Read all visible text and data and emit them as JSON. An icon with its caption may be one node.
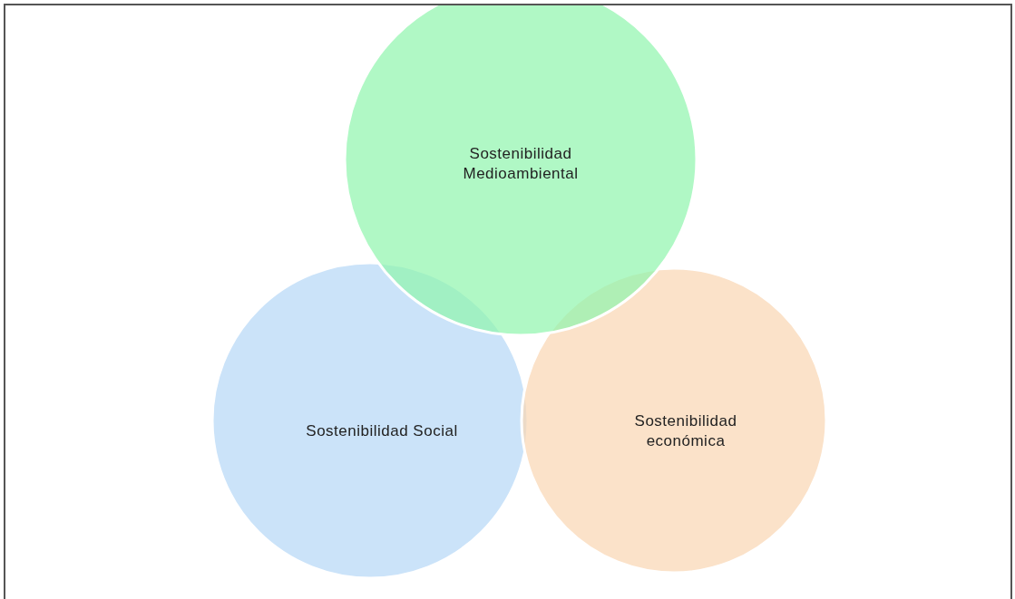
{
  "diagram": {
    "nodes": [
      {
        "text": [
          "Sostenibilidad Medioambiental"
        ]
      },
      {
        "text": [
          "Sostenibilidad Social"
        ]
      },
      {
        "text": [
          "Sostenibilidad económica"
        ]
      }
    ]
  }
}
